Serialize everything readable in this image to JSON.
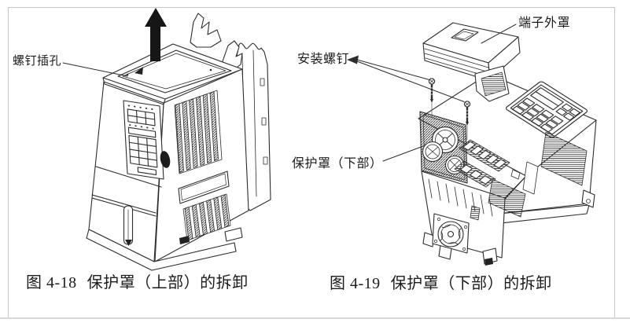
{
  "page": {
    "background": "#ffffff",
    "frame_color": "#c7c7c7",
    "rule_color": "#d6d6d6",
    "ink_color": "#2d2d2d"
  },
  "icons": {
    "removal_arrow": "up-arrow"
  },
  "figure_upper": {
    "caption_label": "图 4-18",
    "caption_title": "保护罩（上部）的拆卸",
    "callouts": {
      "screw_hole": "螺钉插孔"
    }
  },
  "figure_lower": {
    "caption_label": "图 4-19",
    "caption_title": "保护罩（下部）的拆卸",
    "callouts": {
      "terminal_cover": "端子外罩",
      "mounting_screws": "安装螺钉",
      "lower_cover": "保护罩（下部）"
    }
  }
}
